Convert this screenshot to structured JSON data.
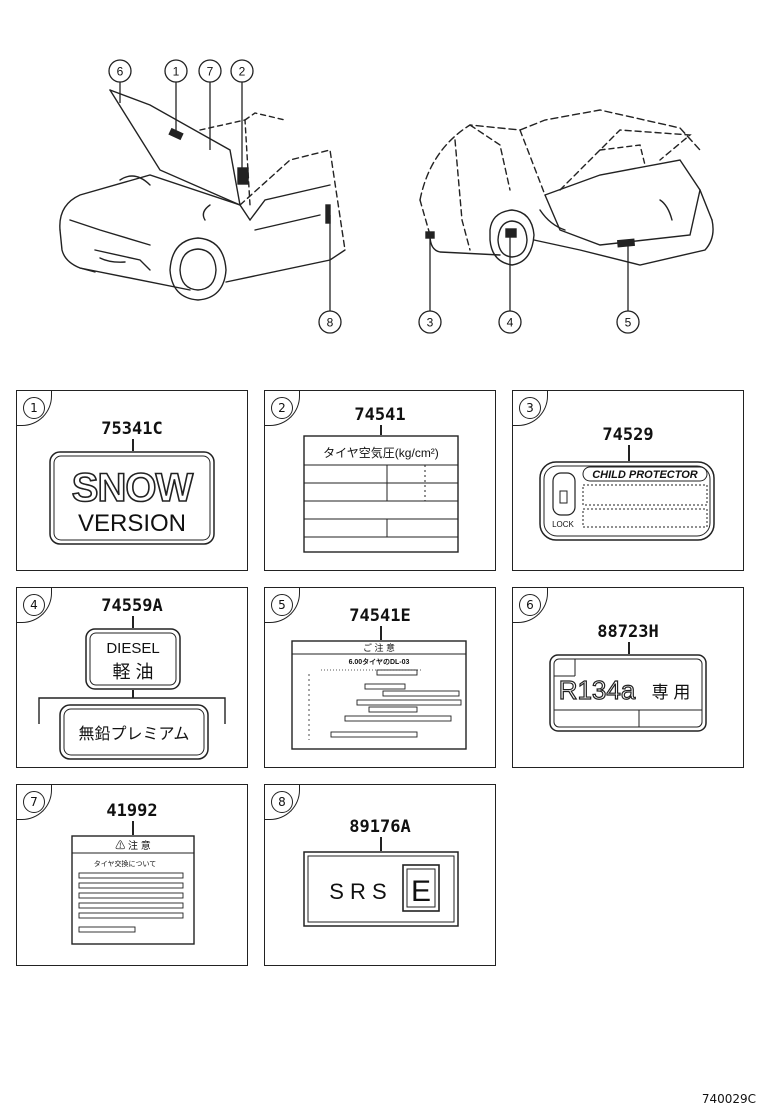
{
  "overview": {
    "callouts": [
      "6",
      "1",
      "7",
      "2",
      "8",
      "3",
      "4",
      "5"
    ]
  },
  "panels": [
    {
      "num": "1",
      "code": "75341C"
    },
    {
      "num": "2",
      "code": "74541"
    },
    {
      "num": "3",
      "code": "74529"
    },
    {
      "num": "4",
      "code": "74559A"
    },
    {
      "num": "5",
      "code": "74541E"
    },
    {
      "num": "6",
      "code": "88723H"
    },
    {
      "num": "7",
      "code": "41992"
    },
    {
      "num": "8",
      "code": "89176A"
    }
  ],
  "labels": {
    "snow": {
      "line1": "SNOW",
      "line2": "VERSION"
    },
    "tire_pressure": {
      "title": "タイヤ空気圧(kg/cm²)"
    },
    "child": {
      "title": "CHILD PROTECTOR",
      "lock": "LOCK"
    },
    "diesel": {
      "line1": "DIESEL",
      "line2": "軽 油",
      "premium": "無鉛プレミアム"
    },
    "tire_load": {
      "title": "ご 注 意",
      "subtitle": "6.00タイヤのDL-03"
    },
    "r134a": {
      "main": "R134a",
      "suffix": "専 用"
    },
    "caution": {
      "title": "⚠ 注 意",
      "subtitle": "タイヤ交換について"
    },
    "srs": {
      "letters": "S R S",
      "box": "E"
    }
  },
  "footer": "740029C"
}
